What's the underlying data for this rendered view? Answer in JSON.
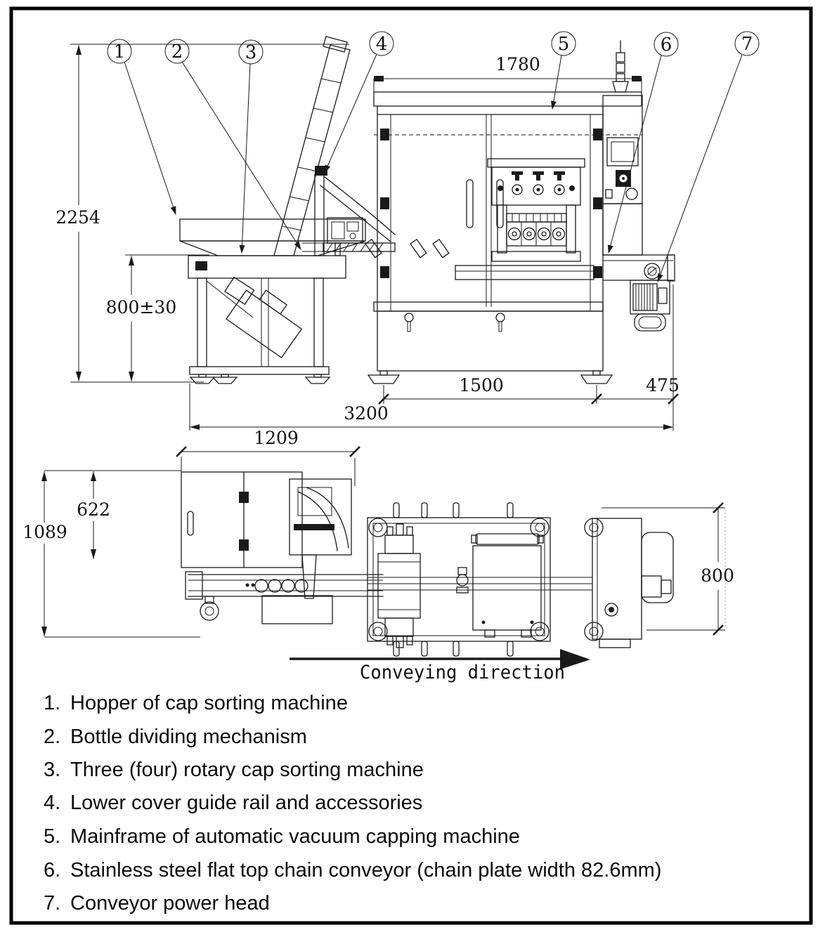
{
  "callouts": [
    "1",
    "2",
    "3",
    "4",
    "5",
    "6",
    "7"
  ],
  "dimensions": {
    "side": {
      "total_height": "2254",
      "hopper_stand_height": "800±30",
      "frame_width": "1780",
      "frame_leg_span": "1500",
      "conveyor_overhang": "475",
      "total_length": "3200"
    },
    "plan": {
      "sorter_length": "1209",
      "sorter_width": "622",
      "overall_width": "1089",
      "conveyor_section_length": "800"
    }
  },
  "labels": {
    "conveying_direction": "Conveying direction"
  },
  "legend": {
    "items": [
      {
        "num": "1.",
        "text": "Hopper of cap sorting machine"
      },
      {
        "num": "2.",
        "text": "Bottle dividing mechanism"
      },
      {
        "num": "3.",
        "text": "Three (four) rotary cap sorting machine"
      },
      {
        "num": "4.",
        "text": "Lower cover guide rail and accessories"
      },
      {
        "num": "5.",
        "text": "Mainframe of automatic vacuum capping machine"
      },
      {
        "num": "6.",
        "text": "Stainless steel flat top chain conveyor (chain plate width 82.6mm)"
      },
      {
        "num": "7.",
        "text": "Conveyor power head"
      }
    ]
  },
  "colors": {
    "line": "#1a1a1a",
    "background": "#ffffff"
  }
}
